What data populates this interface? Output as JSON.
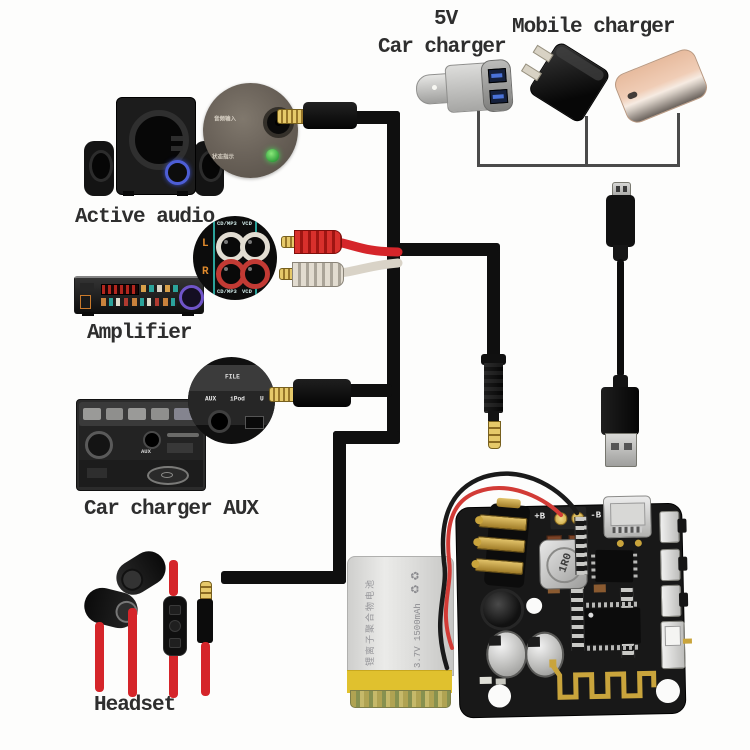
{
  "labels": {
    "five_v": "5V",
    "car_charger": "Car charger",
    "mobile_charger": "Mobile charger",
    "active_audio": "Active audio",
    "amplifier": "Amplifier",
    "car_charger_aux": "Car charger AUX",
    "headset": "Headset"
  },
  "speaker_inset": {
    "audio_in": "音频输入",
    "status": "状态指示"
  },
  "amp_inset": {
    "cd_mp3": "CD/MP3",
    "vcd": "VCD",
    "left_ch": "L",
    "right_ch": "R"
  },
  "stereo_inset": {
    "file": "FILE",
    "aux": "AUX",
    "ipod": "iPod",
    "usb": "U",
    "panel_aux": "AUX"
  },
  "board": {
    "pad_positive": "+B",
    "pad_negative": "-B",
    "inductor": "1R0"
  },
  "battery": {
    "model_cn": "锂离子聚合物电池",
    "spec": "3.7V 1500mAh",
    "recycle_icons": "♻ ♻"
  },
  "colors": {
    "cable_black": "#0f0f0f",
    "cable_red": "#d5252a",
    "cable_white": "#d9d3c7",
    "gold": "#c9a43c",
    "led_green": "#45c654",
    "pcb_black": "#181818",
    "battery_tape_yellow": "#e0c12e",
    "rose_gold": "#e7bb9e",
    "teal_accent": "#2ba39b"
  }
}
